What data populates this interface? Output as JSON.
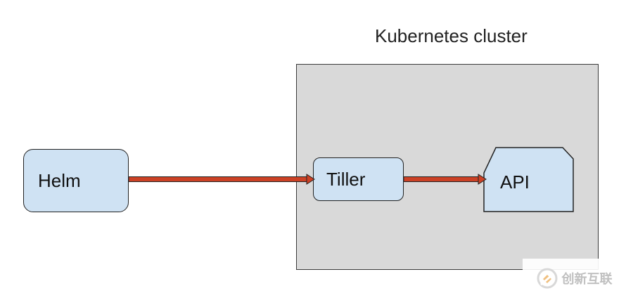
{
  "diagram": {
    "cluster_title": "Kubernetes cluster",
    "nodes": {
      "helm": "Helm",
      "tiller": "Tiller",
      "api": "API"
    },
    "colors": {
      "node_fill": "#cfe2f3",
      "cluster_fill": "#d9d9d9",
      "arrow": "#cc4125",
      "border": "#222222"
    }
  },
  "watermark": {
    "text": "创新互联"
  }
}
